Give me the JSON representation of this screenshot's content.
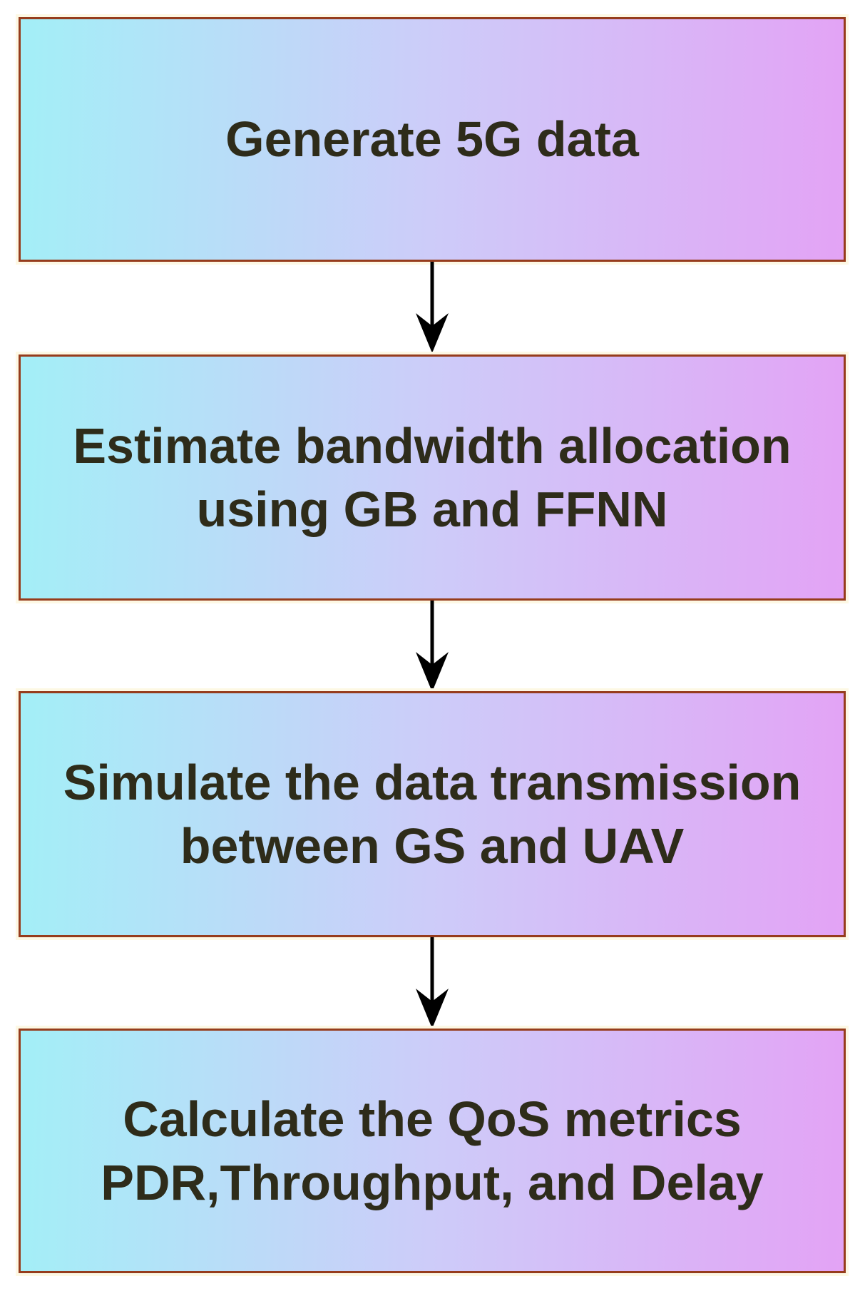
{
  "figure": {
    "type": "flowchart",
    "direction": "top-down",
    "steps": [
      {
        "id": 1,
        "label": "Generate 5G data",
        "lines": [
          "Generate 5G data"
        ]
      },
      {
        "id": 2,
        "label": "Estimate bandwidth allocation using GB and FFNN",
        "lines": [
          "Estimate bandwidth allocation",
          "using GB and FFNN"
        ]
      },
      {
        "id": 3,
        "label": "Simulate the data transmission between GS and UAV",
        "lines": [
          "Simulate the data transmission",
          "between GS and UAV"
        ]
      },
      {
        "id": 4,
        "label": "Calculate the QoS metrics PDR,Throughput, and Delay",
        "lines": [
          "Calculate the QoS metrics",
          "PDR,Throughput, and Delay"
        ]
      }
    ],
    "connections": [
      {
        "from": 1,
        "to": 2,
        "style": "arrow-down"
      },
      {
        "from": 2,
        "to": 3,
        "style": "arrow-down"
      },
      {
        "from": 3,
        "to": 4,
        "style": "arrow-down"
      }
    ],
    "colors": {
      "box_gradient_left": "#a3eff7",
      "box_gradient_mid": "#cdccf9",
      "box_gradient_right": "#e3a3f5",
      "box_border": "#963c1c",
      "text": "#2e2c1a",
      "arrow": "#000000",
      "background": "#ffffff"
    }
  }
}
